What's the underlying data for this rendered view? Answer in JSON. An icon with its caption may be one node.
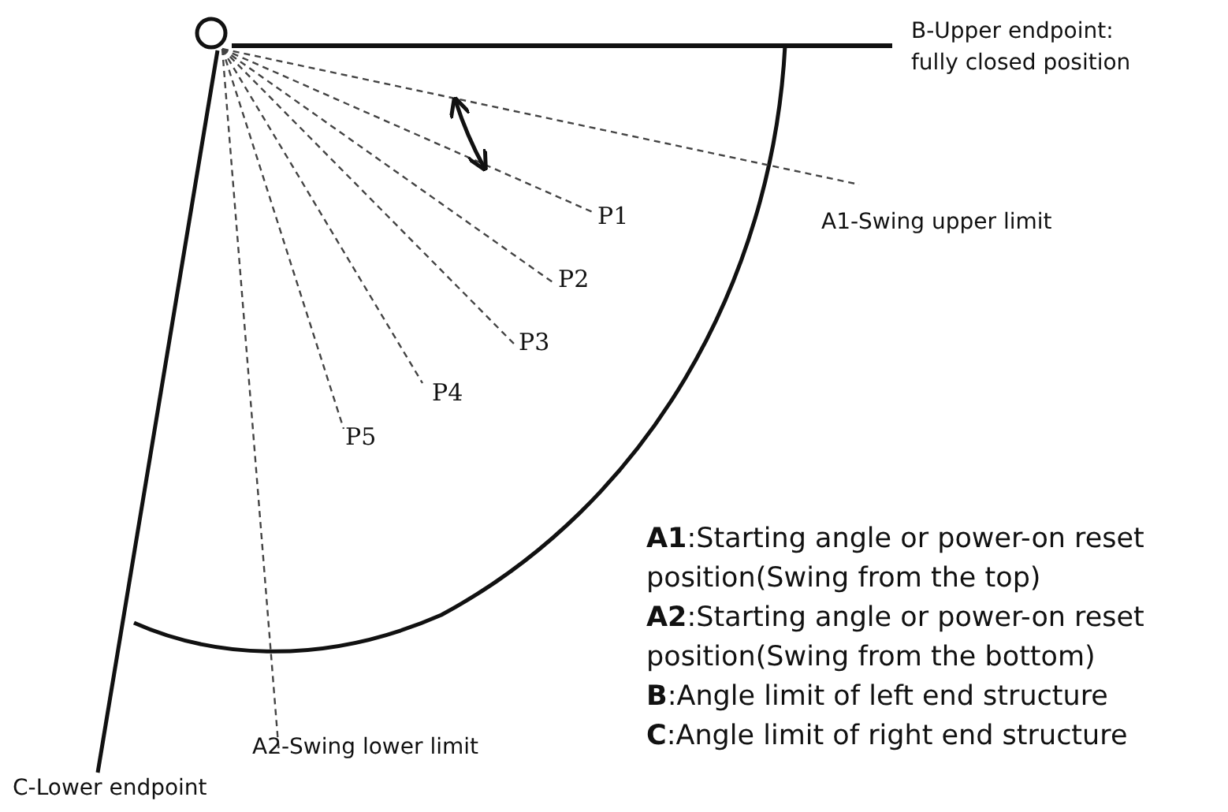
{
  "diagram": {
    "labels": [
      "B-Upper endpoint: fully closed position",
      "P1",
      "A1-Swing upper limit",
      "P2",
      "P3",
      "P4",
      "P5",
      "**A1**:Starting angle or power-on reset position(Swing from the top)",
      "**A2**:Starting angle or power-on reset position(Swing from the bottom)",
      "**B**:Angle limit of left end structure",
      "**C**:Angle limit of right end structure",
      "A2-Swing lower limit",
      "C-Lower endpoint"
    ]
  }
}
